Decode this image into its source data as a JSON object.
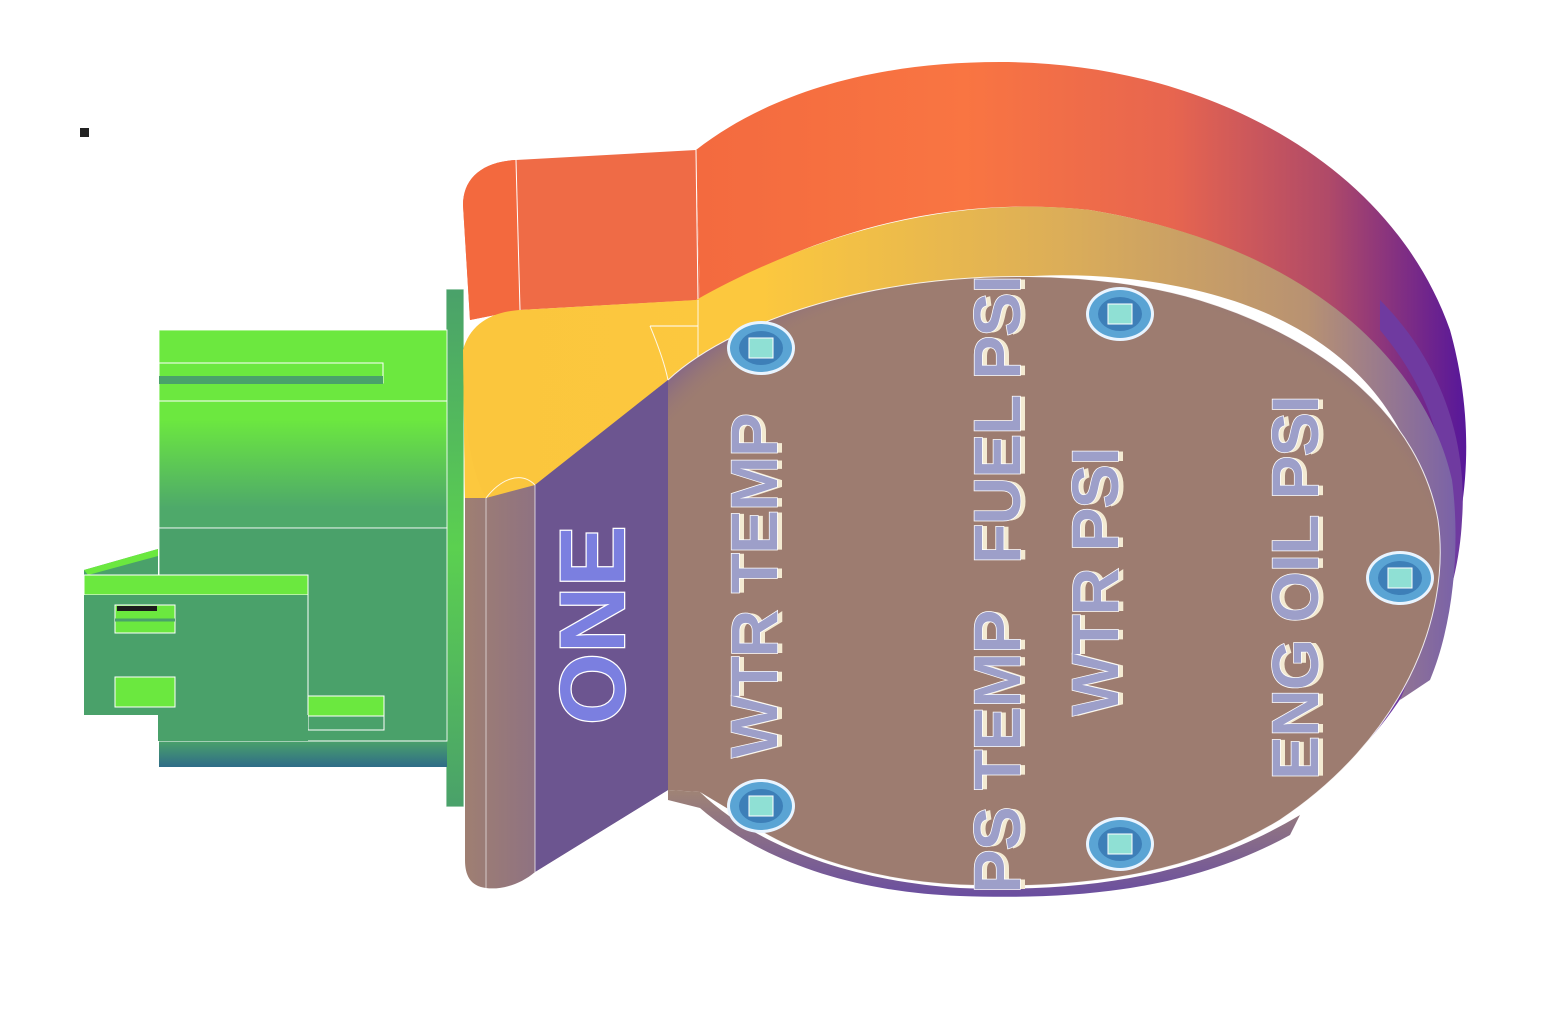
{
  "labels": {
    "plate_number": "ONE",
    "wtr_temp": "WTR TEMP",
    "ps_temp": "PS TEMP",
    "fuel_psi": "FUEL PSI",
    "wtr_psi": "WTR PSI",
    "eng_oil_psi": "ENG OIL PSI"
  },
  "colors": {
    "connector_bright": "#6be83f",
    "connector_dark": "#4aa16a",
    "housing_orange": "#f26c43",
    "housing_purple": "#5a1b98",
    "rim_yellow": "#fcc83e",
    "face_brown": "#9d7c70",
    "tab_violet": "#6c5590",
    "text_lavender": "#9d9fc9",
    "screw_blue": "#5aa4d4",
    "screw_cyan": "#8fe0d4"
  },
  "icons": [
    "screw-icon"
  ]
}
